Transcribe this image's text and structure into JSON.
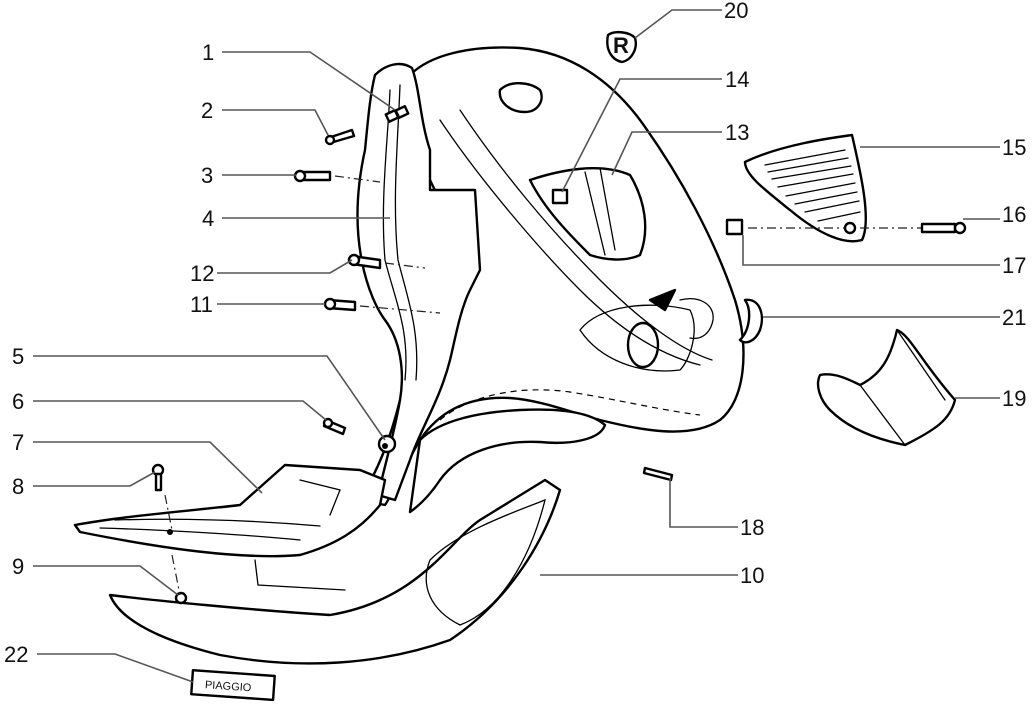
{
  "diagram": {
    "type": "exploded-parts-diagram",
    "subject": "scooter front shield assembly",
    "callouts": [
      {
        "id": "1",
        "label": "1"
      },
      {
        "id": "2",
        "label": "2"
      },
      {
        "id": "3",
        "label": "3"
      },
      {
        "id": "4",
        "label": "4"
      },
      {
        "id": "5",
        "label": "5"
      },
      {
        "id": "6",
        "label": "6"
      },
      {
        "id": "7",
        "label": "7"
      },
      {
        "id": "8",
        "label": "8"
      },
      {
        "id": "9",
        "label": "9"
      },
      {
        "id": "10",
        "label": "10"
      },
      {
        "id": "11",
        "label": "11"
      },
      {
        "id": "12",
        "label": "12"
      },
      {
        "id": "13",
        "label": "13"
      },
      {
        "id": "14",
        "label": "14"
      },
      {
        "id": "15",
        "label": "15"
      },
      {
        "id": "16",
        "label": "16"
      },
      {
        "id": "17",
        "label": "17"
      },
      {
        "id": "18",
        "label": "18"
      },
      {
        "id": "19",
        "label": "19"
      },
      {
        "id": "20",
        "label": "20"
      },
      {
        "id": "21",
        "label": "21"
      },
      {
        "id": "22",
        "label": "22"
      }
    ],
    "badge_text": "PIAGGIO",
    "emblem_letter": "R"
  }
}
